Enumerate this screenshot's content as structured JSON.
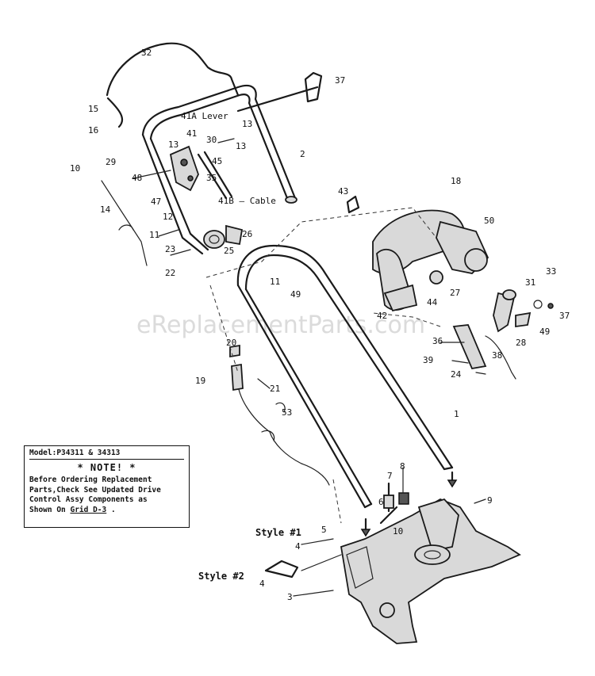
{
  "watermark": "eReplacementParts.com",
  "note": {
    "model": "Model:P34311 & 34313",
    "heading": "* NOTE! *",
    "lines": [
      "Before Ordering Replacement",
      "Parts,Check See Updated Drive",
      "Control Assy Components as"
    ],
    "last_line_prefix": "Shown On ",
    "grid_ref": "Grid D-3",
    "last_line_suffix": " ."
  },
  "style_labels": {
    "style1": "Style #1",
    "style2": "Style #2"
  },
  "callouts": {
    "c32": "32",
    "c37": "37",
    "c15": "15",
    "c41a": "41A Lever",
    "c41": "41",
    "c16": "16",
    "c13a": "13",
    "c13b": "13",
    "c13c": "13",
    "c10": "10",
    "c29": "29",
    "c30": "30",
    "c2": "2",
    "c48": "48",
    "c45": "45",
    "c35": "35",
    "c14": "14",
    "c47": "47",
    "c12": "12",
    "c41b": "41B — Cable",
    "c11a": "11",
    "c26": "26",
    "c23": "23",
    "c25": "25",
    "c22": "22",
    "c43": "43",
    "c18": "18",
    "c50": "50",
    "c11b": "11",
    "c49a": "49",
    "c44": "44",
    "c27": "27",
    "c33": "33",
    "c31": "31",
    "c37b": "37",
    "c42": "42",
    "c36": "36",
    "c28": "28",
    "c49b": "49",
    "c20": "20",
    "c38": "38",
    "c39": "39",
    "c19": "19",
    "c24": "24",
    "c21": "21",
    "c53": "53",
    "c1": "1",
    "c8": "8",
    "c7": "7",
    "c9": "9",
    "c6": "6",
    "c5": "5",
    "c4a": "4",
    "c10b": "10",
    "c4b": "4",
    "c3": "3"
  }
}
